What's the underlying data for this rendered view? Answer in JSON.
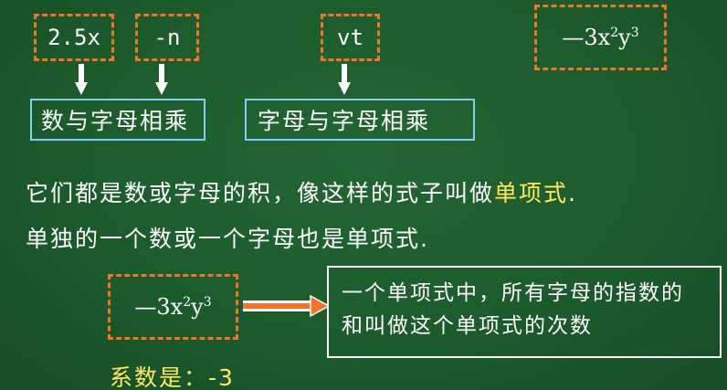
{
  "monomial_boxes": {
    "term_1": "2.5x",
    "term_2": "-n",
    "term_3": "vt",
    "term_top_right": {
      "sign": "—",
      "coef": "3x",
      "exp1": "2",
      "var2": "y",
      "exp2": "3"
    }
  },
  "explain_boxes": {
    "number_times_letter": "数与字母相乘",
    "letter_times_letter": "字母与字母相乘"
  },
  "definition": {
    "line1_prefix": "它们都是数或字母的积，像这样的式子叫做",
    "line1_highlight": "单项式",
    "line1_suffix": ".",
    "line2": "单独的一个数或一个字母也是单项式."
  },
  "example": {
    "term": {
      "sign": "—",
      "coef": "3x",
      "exp1": "2",
      "var2": "y",
      "exp2": "3"
    },
    "degree_def_line1": "一个单项式中，所有字母的指数的",
    "degree_def_line2": "和叫做这个单项式的次数",
    "coefficient_label": "系数是：",
    "coefficient_value": "-3"
  },
  "colors": {
    "background": "#1f5a2e",
    "dashed_border": "#f0742c",
    "solid_border": "#7fd0f0",
    "highlight_text": "#ffe860",
    "double_arrow": "#f0742c"
  }
}
